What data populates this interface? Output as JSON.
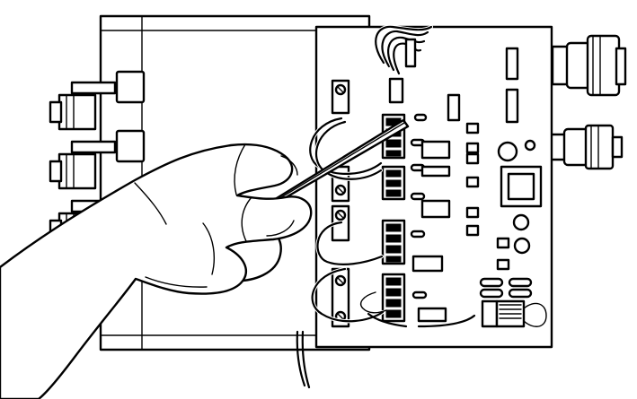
{
  "figure": {
    "description_visible_text": "",
    "colors": {
      "ink": "#000000",
      "paper": "#ffffff"
    },
    "elements": {
      "housing": "unit-housing",
      "control_board": "control-board",
      "screwdriver": "screwdriver",
      "hand": "hand"
    }
  }
}
